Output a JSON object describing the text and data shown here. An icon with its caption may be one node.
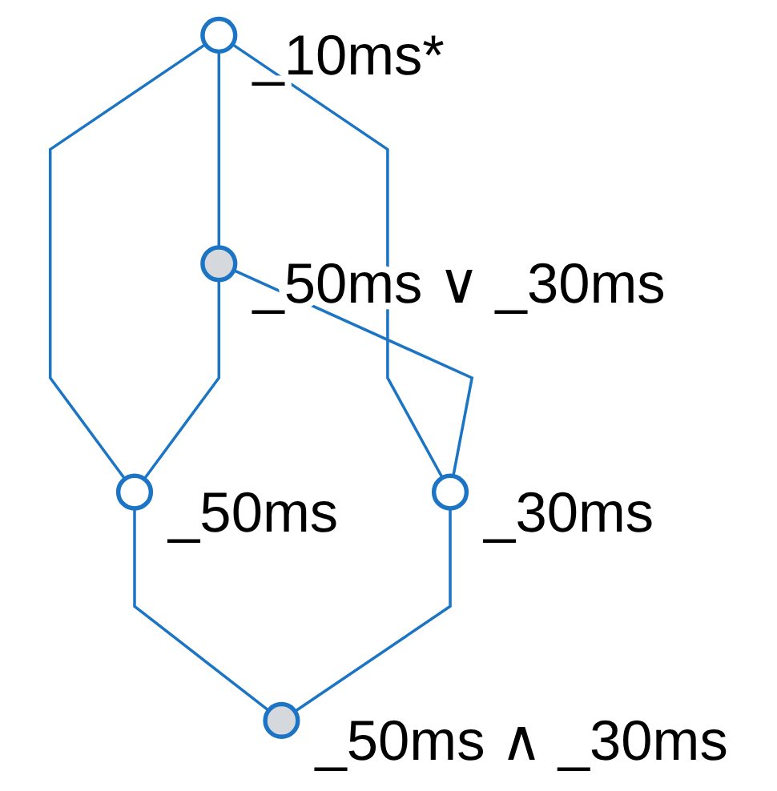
{
  "diagram": {
    "nodes": [
      {
        "text": [],
        "shape": "circle",
        "beside": [
          "_10ms*"
        ]
      },
      {
        "text": [],
        "shape": "circle",
        "beside": [
          "_50ms ∨ _30ms"
        ]
      },
      {
        "text": [],
        "shape": "circle",
        "beside": [
          "_50ms"
        ]
      },
      {
        "text": [],
        "shape": "circle",
        "beside": [
          "_30ms"
        ]
      },
      {
        "text": [],
        "shape": "circle",
        "beside": [
          "_50ms ∧ _30ms"
        ]
      }
    ],
    "edges": [
      {
        "from": 0,
        "to": 1,
        "arrow": "none"
      },
      {
        "from": 0,
        "to": 2,
        "arrow": "none"
      },
      {
        "from": 0,
        "to": 3,
        "arrow": "none"
      },
      {
        "from": 1,
        "to": 2,
        "arrow": "none"
      },
      {
        "from": 1,
        "to": 3,
        "arrow": "none"
      },
      {
        "from": 2,
        "to": 4,
        "arrow": "none"
      },
      {
        "from": 3,
        "to": 4,
        "arrow": "none"
      }
    ]
  }
}
